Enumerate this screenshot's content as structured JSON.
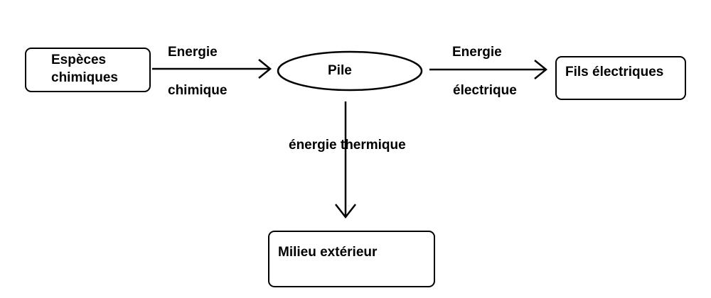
{
  "nodes": {
    "especes": "Espèces\nchimiques",
    "especes_line1": "Espèces",
    "especes_line2": "chimiques",
    "pile": "Pile",
    "fils": "Fils électriques",
    "milieu": "Milieu extérieur"
  },
  "edges": {
    "chem_top": "Energie",
    "chem_bottom": "chimique",
    "elec_top": "Energie",
    "elec_bottom": "électrique",
    "thermal": "énergie thermique"
  },
  "partial_glyph": ")"
}
